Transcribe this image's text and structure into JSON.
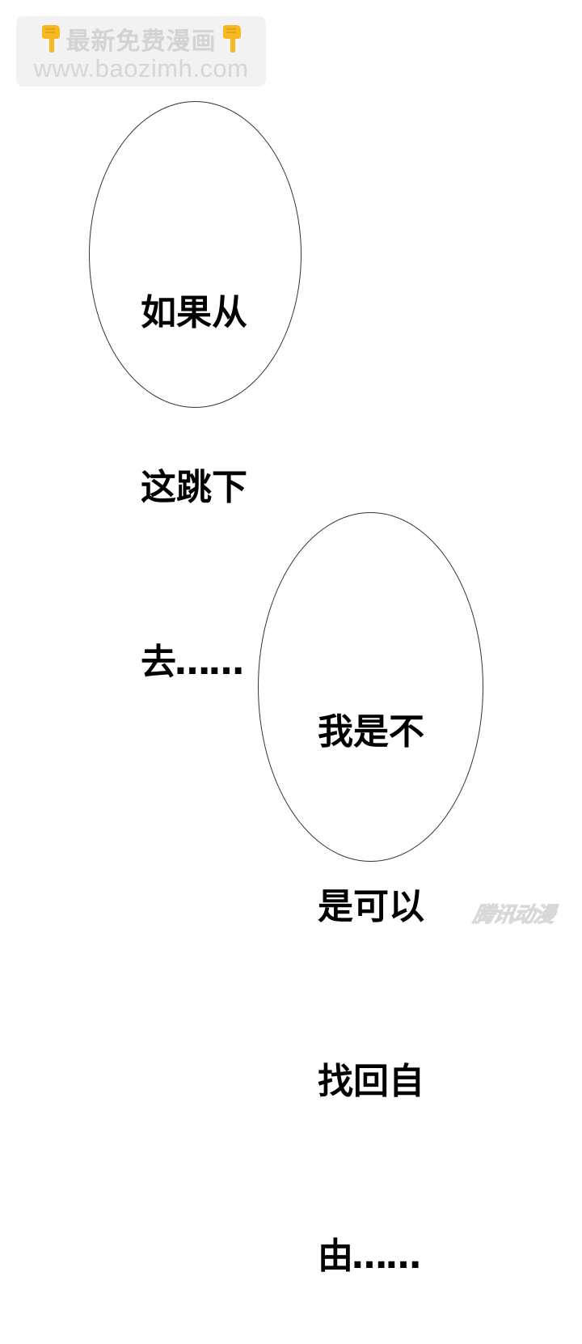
{
  "watermark": {
    "title": "最新免费漫画",
    "url": "www.baozimh.com",
    "left_icon": "pointing-down-hand-icon",
    "right_icon": "pointing-down-hand-icon",
    "icon_color": "#f5b921",
    "background": "#f2f2f2"
  },
  "bubbles": [
    {
      "lines": [
        "如果从",
        "这跳下",
        "去……"
      ]
    },
    {
      "lines": [
        "我是不",
        "是可以",
        "找回自",
        "由……"
      ]
    }
  ],
  "publisher_mark": {
    "text": "腾讯动漫"
  }
}
